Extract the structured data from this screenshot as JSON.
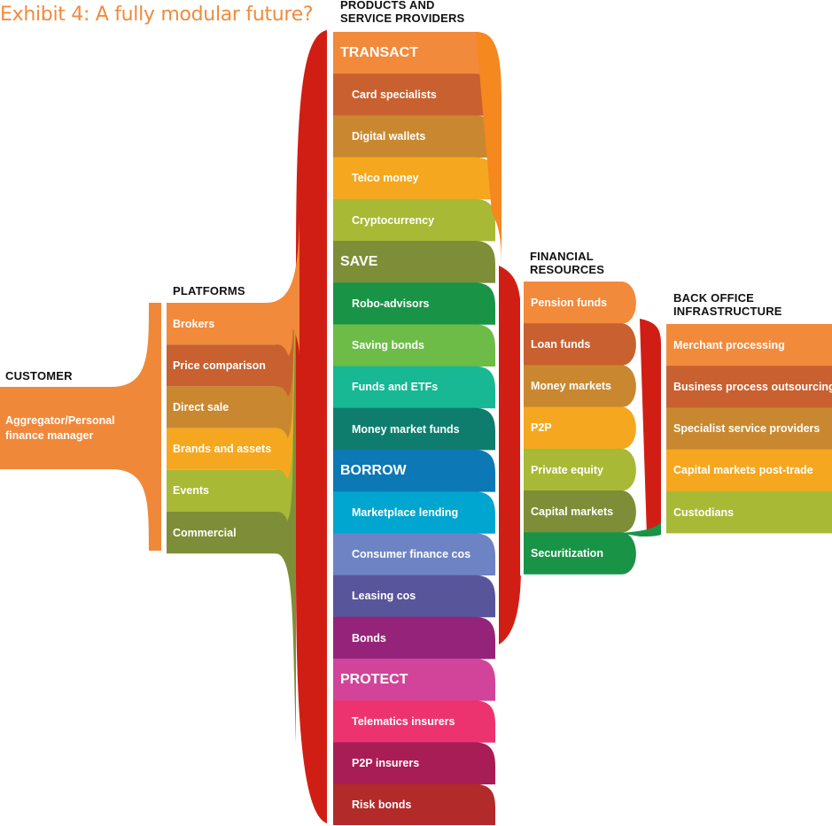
{
  "title": "Exhibit 4: A fully modular future?",
  "columns": {
    "customer": "CUSTOMER",
    "platforms": "PLATFORMS",
    "products": "PRODUCTS AND SERVICE PROVIDERS",
    "financial": "FINANCIAL RESOURCES",
    "backoffice": "BACK OFFICE INFRASTRUCTURE"
  },
  "customer": {
    "label": "Aggregator/Personal finance manager",
    "color": "#f0883a"
  },
  "platforms": [
    {
      "label": "Brokers",
      "color": "#f28a3b"
    },
    {
      "label": "Price comparison",
      "color": "#c8602f"
    },
    {
      "label": "Direct sale",
      "color": "#c9882f"
    },
    {
      "label": "Brands and assets",
      "color": "#f5a81f"
    },
    {
      "label": "Events",
      "color": "#a8b935"
    },
    {
      "label": "Commercial",
      "color": "#7e8e38"
    }
  ],
  "products": [
    {
      "label": "TRANSACT",
      "header": true,
      "color": "#f28a3b"
    },
    {
      "label": "Card specialists",
      "color": "#c8602f"
    },
    {
      "label": "Digital wallets",
      "color": "#c9882f"
    },
    {
      "label": "Telco money",
      "color": "#f5a81f"
    },
    {
      "label": "Cryptocurrency",
      "color": "#a8b935"
    },
    {
      "label": "SAVE",
      "header": true,
      "color": "#7e8e38"
    },
    {
      "label": "Robo-advisors",
      "color": "#199447"
    },
    {
      "label": "Saving bonds",
      "color": "#6cbc47"
    },
    {
      "label": "Funds and ETFs",
      "color": "#17b893"
    },
    {
      "label": "Money market funds",
      "color": "#0e7d6e"
    },
    {
      "label": "BORROW",
      "header": true,
      "color": "#0c78b5"
    },
    {
      "label": "Marketplace lending",
      "color": "#00a6cf"
    },
    {
      "label": "Consumer finance cos",
      "color": "#6d83c4"
    },
    {
      "label": "Leasing cos",
      "color": "#59559b"
    },
    {
      "label": "Bonds",
      "color": "#96237a"
    },
    {
      "label": "PROTECT",
      "header": true,
      "color": "#d2449a"
    },
    {
      "label": "Telematics insurers",
      "color": "#ec3370"
    },
    {
      "label": "P2P insurers",
      "color": "#a81d55"
    },
    {
      "label": "Risk bonds",
      "color": "#b22a2a"
    }
  ],
  "financial": [
    {
      "label": "Pension funds",
      "color": "#f28a3b"
    },
    {
      "label": "Loan funds",
      "color": "#c8602f"
    },
    {
      "label": "Money markets",
      "color": "#c9882f"
    },
    {
      "label": "P2P",
      "color": "#f5a81f"
    },
    {
      "label": "Private equity",
      "color": "#a8b935"
    },
    {
      "label": "Capital markets",
      "color": "#7e8e38"
    },
    {
      "label": "Securitization",
      "color": "#199447"
    }
  ],
  "backoffice": [
    {
      "label": "Merchant processing",
      "color": "#f28a3b"
    },
    {
      "label": "Business process outsourcing",
      "color": "#c8602f"
    },
    {
      "label": "Specialist service providers",
      "color": "#c9882f"
    },
    {
      "label": "Capital markets post-trade",
      "color": "#f5a81f"
    },
    {
      "label": "Custodians",
      "color": "#a8b935"
    }
  ],
  "colors": {
    "bus": "#d11e14",
    "accent": "#f08b3c"
  }
}
